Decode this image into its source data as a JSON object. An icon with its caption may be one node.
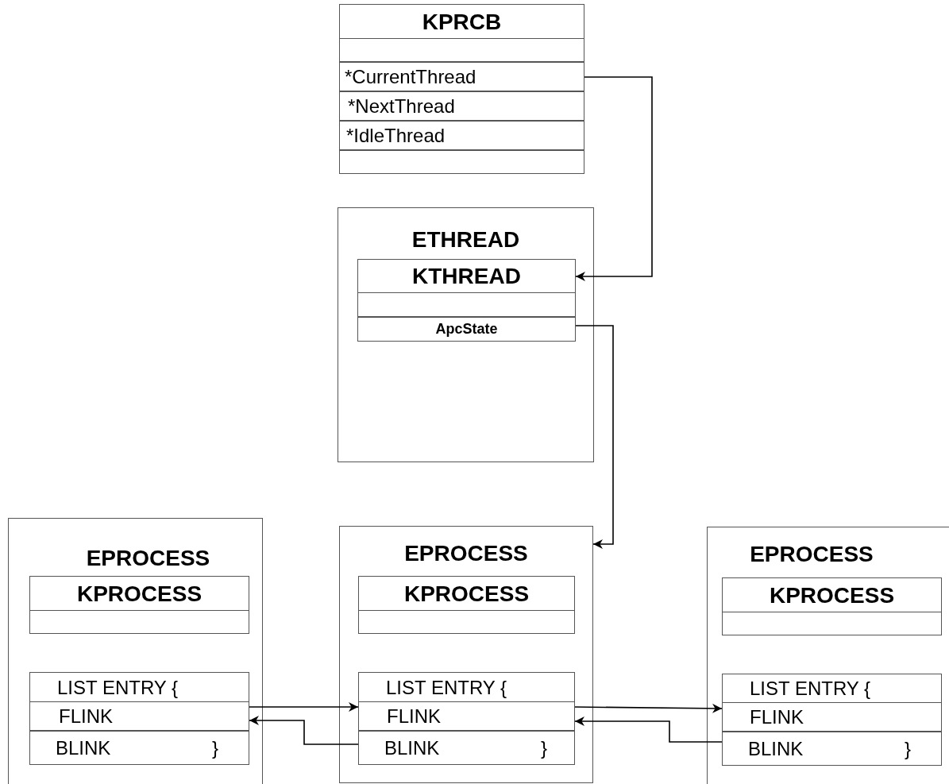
{
  "diagram": {
    "nodes": [
      {
        "text": [
          "KPRCB"
        ]
      },
      {
        "text": [],
        "shape": "box",
        "in": 0
      },
      {
        "text": [
          "*CurrentThread"
        ],
        "in": 0
      },
      {
        "text": [
          "*NextThread"
        ],
        "in": 0
      },
      {
        "text": [
          "*IdleThread"
        ],
        "in": 0
      },
      {
        "text": [],
        "shape": "box",
        "in": 0
      },
      {
        "text": [
          "ETHREAD"
        ]
      },
      {
        "text": [
          "KTHREAD"
        ],
        "in": 6
      },
      {
        "text": [],
        "shape": "box",
        "in": 7
      },
      {
        "text": [
          "ApcState"
        ],
        "in": 7
      },
      {
        "text": [
          "EPROCESS"
        ]
      },
      {
        "text": [
          "KPROCESS"
        ],
        "in": 10
      },
      {
        "text": [],
        "shape": "box",
        "in": 11
      },
      {
        "text": [
          "LIST  ENTRY {"
        ],
        "in": 10
      },
      {
        "text": [
          "FLINK"
        ],
        "in": 13
      },
      {
        "text": [
          "BLINK",
          "}"
        ],
        "in": 13
      },
      {
        "text": [
          "EPROCESS"
        ]
      },
      {
        "text": [
          "KPROCESS"
        ],
        "in": 16
      },
      {
        "text": [],
        "shape": "box",
        "in": 17
      },
      {
        "text": [
          "LIST  ENTRY {"
        ],
        "in": 16
      },
      {
        "text": [
          "FLINK"
        ],
        "in": 19
      },
      {
        "text": [
          "BLINK",
          "}"
        ],
        "in": 19
      },
      {
        "text": [
          "EPROCESS"
        ]
      },
      {
        "text": [
          "KPROCESS"
        ],
        "in": 22
      },
      {
        "text": [],
        "shape": "box",
        "in": 23
      },
      {
        "text": [
          "LIST  ENTRY {"
        ],
        "in": 22
      },
      {
        "text": [
          "FLINK"
        ],
        "in": 25
      },
      {
        "text": [
          "BLINK",
          "}"
        ],
        "in": 25
      }
    ],
    "edges": [
      {
        "from": 2,
        "to": 7,
        "arrow": "to"
      },
      {
        "from": 9,
        "to": 16,
        "arrow": "to"
      },
      {
        "from": 14,
        "to": 20,
        "arrow": "to"
      },
      {
        "from": 21,
        "to": 14,
        "arrow": "to"
      },
      {
        "from": 20,
        "to": 26,
        "arrow": "to"
      },
      {
        "from": 27,
        "to": 20,
        "arrow": "to"
      }
    ]
  }
}
